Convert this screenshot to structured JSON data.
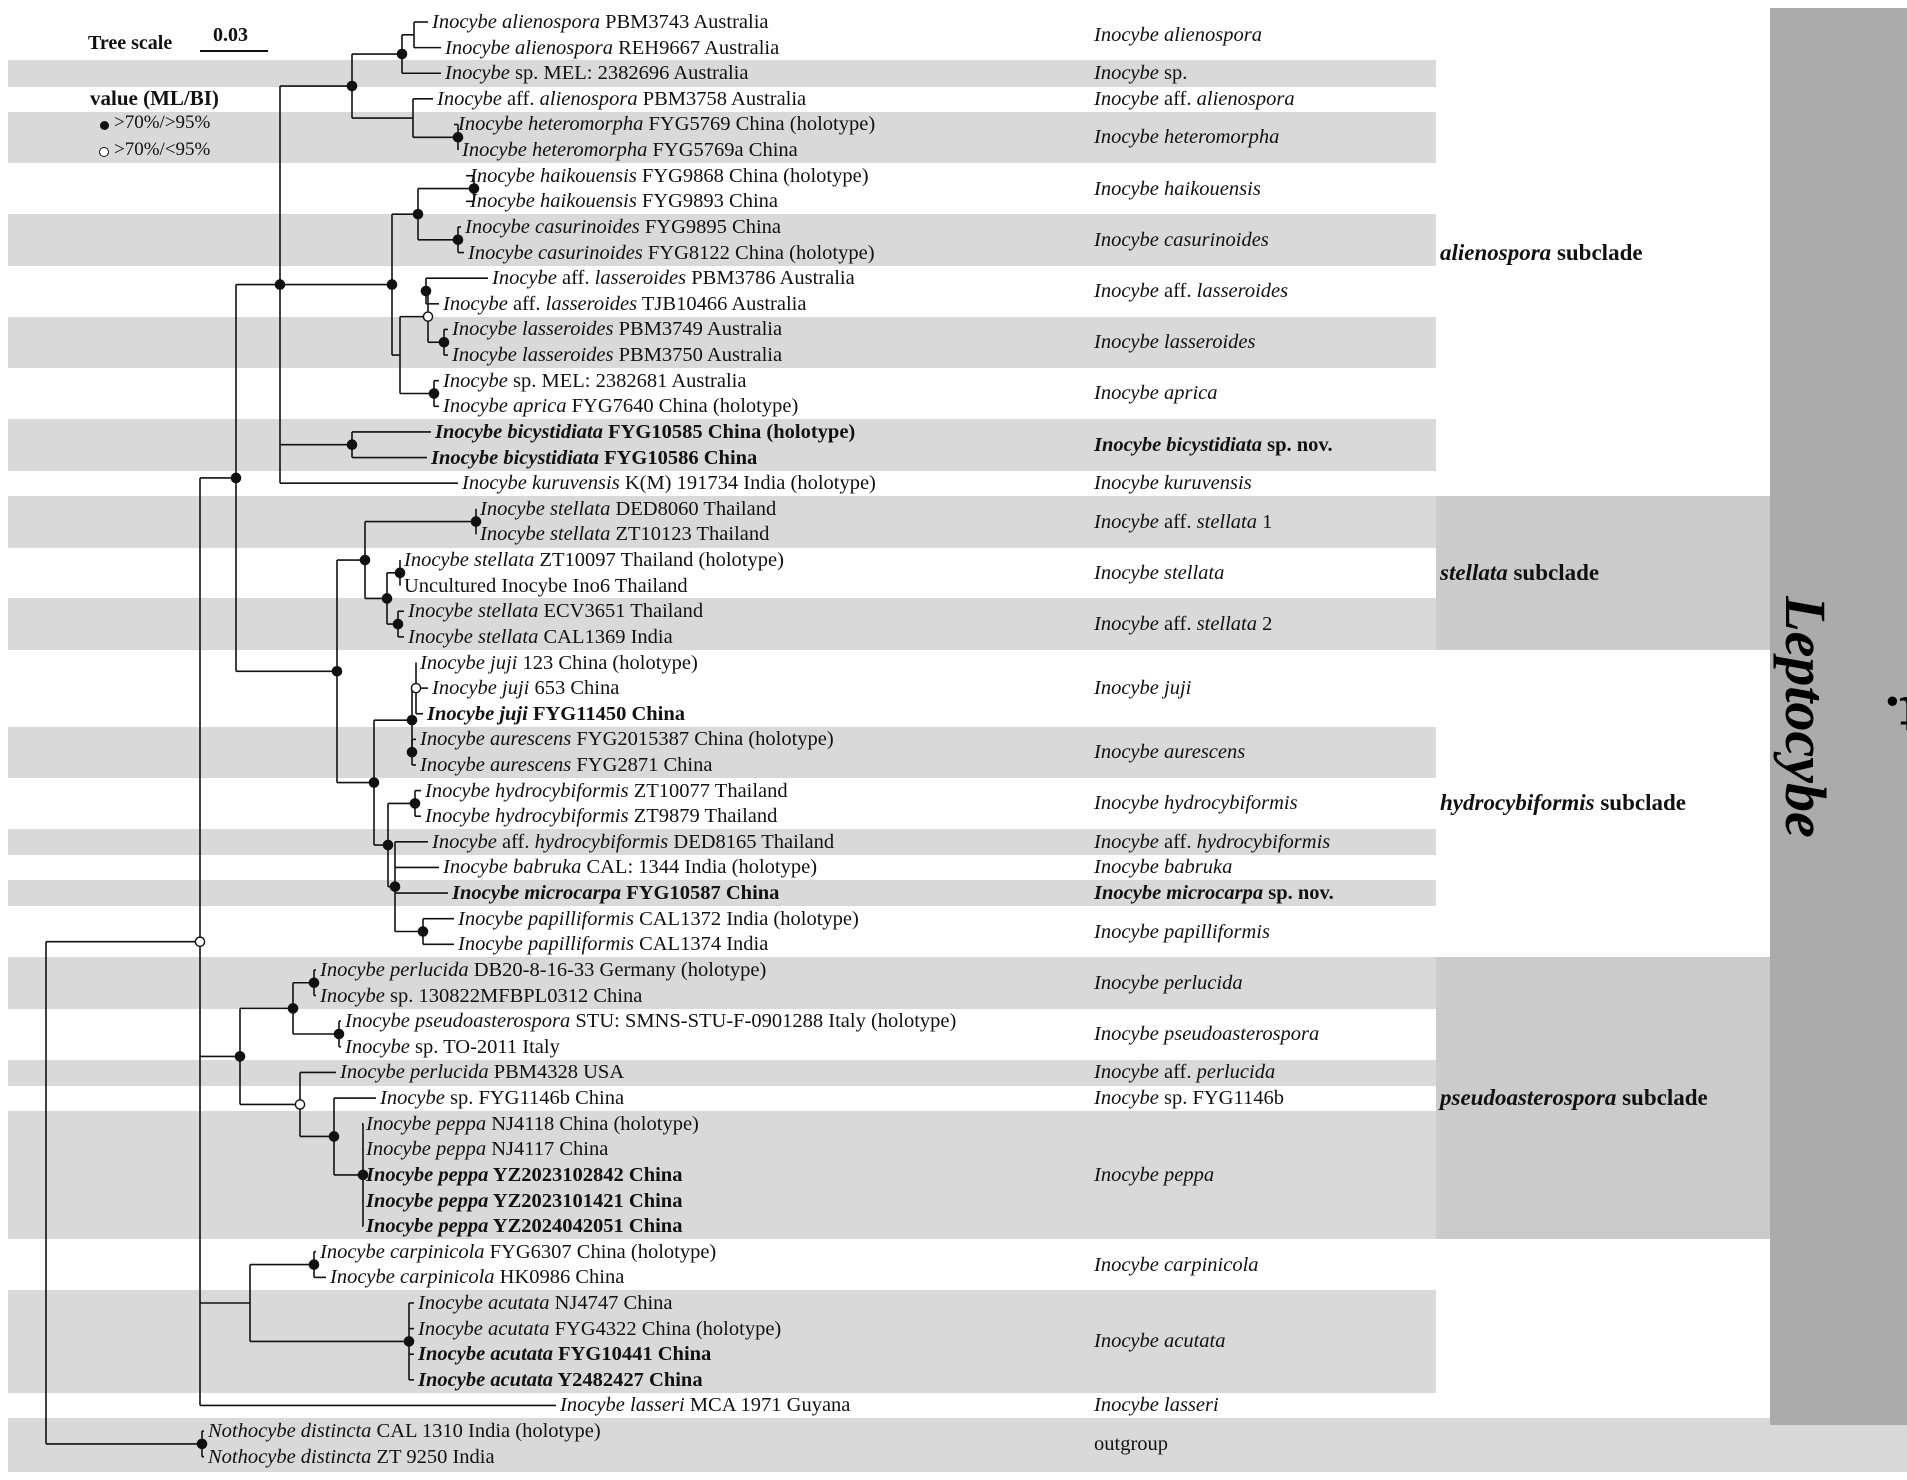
{
  "tree_scale": {
    "label": "Tree scale",
    "value": "0.03"
  },
  "legend": {
    "title": "value (ML/BI)",
    "filled": ">70%/>95%",
    "open": ">70%/<95%"
  },
  "section": {
    "prefix": "sect. ",
    "name": "Leptocybe"
  },
  "outgroup_label": "outgroup",
  "tips": [
    {
      "genus": "Inocybe",
      "epithet": "alienospora",
      "info": "PBM3743 Australia"
    },
    {
      "genus": "Inocybe",
      "epithet": "alienospora",
      "info": "REH9667 Australia"
    },
    {
      "genus": "Inocybe",
      "epithet": "",
      "info": "sp. MEL: 2382696 Australia"
    },
    {
      "genus": "Inocybe",
      "epithet": "",
      "info": "aff. alienospora PBM3758 Australia",
      "aff": "alienospora",
      "aff_rest": "PBM3758 Australia"
    },
    {
      "genus": "Inocybe",
      "epithet": "heteromorpha",
      "info": "FYG5769 China (holotype)"
    },
    {
      "genus": "Inocybe",
      "epithet": "heteromorpha",
      "info": "FYG5769a China"
    },
    {
      "genus": "Inocybe",
      "epithet": "haikouensis",
      "info": "FYG9868 China (holotype)"
    },
    {
      "genus": "Inocybe",
      "epithet": "haikouensis",
      "info": "FYG9893 China"
    },
    {
      "genus": "Inocybe",
      "epithet": "casurinoides",
      "info": "FYG9895 China"
    },
    {
      "genus": "Inocybe",
      "epithet": "casurinoides",
      "info": "FYG8122 China (holotype)"
    },
    {
      "genus": "Inocybe",
      "epithet": "",
      "info": "aff. lasseroides PBM3786 Australia",
      "aff": "lasseroides",
      "aff_rest": "PBM3786 Australia"
    },
    {
      "genus": "Inocybe",
      "epithet": "",
      "info": "aff. lasseroides TJB10466 Australia",
      "aff": "lasseroides",
      "aff_rest": "TJB10466 Australia"
    },
    {
      "genus": "Inocybe",
      "epithet": "lasseroides",
      "info": "PBM3749 Australia"
    },
    {
      "genus": "Inocybe",
      "epithet": "lasseroides",
      "info": "PBM3750 Australia"
    },
    {
      "genus": "Inocybe",
      "epithet": "",
      "info": "sp. MEL: 2382681 Australia"
    },
    {
      "genus": "Inocybe",
      "epithet": "aprica",
      "info": "FYG7640 China (holotype)"
    },
    {
      "genus": "Inocybe",
      "epithet": "bicystidiata",
      "info": "FYG10585 China (holotype)",
      "bold": true
    },
    {
      "genus": "Inocybe",
      "epithet": "bicystidiata",
      "info": "FYG10586 China",
      "bold": true
    },
    {
      "genus": "Inocybe",
      "epithet": "kuruvensis",
      "info": "K(M) 191734 India (holotype)"
    },
    {
      "genus": "Inocybe",
      "epithet": "stellata",
      "info": "DED8060 Thailand"
    },
    {
      "genus": "Inocybe",
      "epithet": "stellata",
      "info": "ZT10123 Thailand"
    },
    {
      "genus": "Inocybe",
      "epithet": "stellata",
      "info": "ZT10097 Thailand (holotype)"
    },
    {
      "genus": "",
      "epithet": "",
      "info": "Uncultured Inocybe Ino6 Thailand",
      "plain": true
    },
    {
      "genus": "Inocybe",
      "epithet": "stellata",
      "info": "ECV3651 Thailand"
    },
    {
      "genus": "Inocybe",
      "epithet": "stellata",
      "info": "CAL1369 India"
    },
    {
      "genus": "Inocybe",
      "epithet": "juji",
      "info": "123 China (holotype)"
    },
    {
      "genus": "Inocybe",
      "epithet": "juji",
      "info": "653 China"
    },
    {
      "genus": "Inocybe",
      "epithet": "juji",
      "info": "FYG11450 China",
      "bold": true
    },
    {
      "genus": "Inocybe",
      "epithet": "aurescens",
      "info": "FYG2015387 China (holotype)"
    },
    {
      "genus": "Inocybe",
      "epithet": "aurescens",
      "info": "FYG2871 China"
    },
    {
      "genus": "Inocybe",
      "epithet": "hydrocybiformis",
      "info": "ZT10077 Thailand"
    },
    {
      "genus": "Inocybe",
      "epithet": "hydrocybiformis",
      "info": "ZT9879 Thailand"
    },
    {
      "genus": "Inocybe",
      "epithet": "",
      "info": "aff. hydrocybiformis DED8165 Thailand",
      "aff": "hydrocybiformis",
      "aff_rest": "DED8165 Thailand"
    },
    {
      "genus": "Inocybe",
      "epithet": "babruka",
      "info": "CAL: 1344 India (holotype)"
    },
    {
      "genus": "Inocybe",
      "epithet": "microcarpa",
      "info": "FYG10587 China",
      "bold": true
    },
    {
      "genus": "Inocybe",
      "epithet": "papilliformis",
      "info": "CAL1372 India (holotype)"
    },
    {
      "genus": "Inocybe",
      "epithet": "papilliformis",
      "info": "CAL1374 India"
    },
    {
      "genus": "Inocybe",
      "epithet": "perlucida",
      "info": "DB20-8-16-33 Germany (holotype)"
    },
    {
      "genus": "Inocybe",
      "epithet": "",
      "info": "sp. 130822MFBPL0312 China"
    },
    {
      "genus": "Inocybe",
      "epithet": "pseudoasterospora",
      "info": "STU: SMNS-STU-F-0901288 Italy (holotype)"
    },
    {
      "genus": "Inocybe",
      "epithet": "",
      "info": "sp. TO-2011 Italy"
    },
    {
      "genus": "Inocybe",
      "epithet": "perlucida",
      "info": "PBM4328 USA"
    },
    {
      "genus": "Inocybe",
      "epithet": "",
      "info": "sp. FYG1146b China"
    },
    {
      "genus": "Inocybe",
      "epithet": "peppa",
      "info": "NJ4118 China (holotype)"
    },
    {
      "genus": "Inocybe",
      "epithet": "peppa",
      "info": "NJ4117 China"
    },
    {
      "genus": "Inocybe",
      "epithet": "peppa",
      "info": "YZ2023102842 China",
      "bold": true
    },
    {
      "genus": "Inocybe",
      "epithet": "peppa",
      "info": "YZ2023101421 China",
      "bold": true
    },
    {
      "genus": "Inocybe",
      "epithet": "peppa",
      "info": "YZ2024042051 China",
      "bold": true
    },
    {
      "genus": "Inocybe",
      "epithet": "carpinicola",
      "info": "FYG6307 China (holotype)"
    },
    {
      "genus": "Inocybe",
      "epithet": "carpinicola",
      "info": "HK0986 China"
    },
    {
      "genus": "Inocybe",
      "epithet": "acutata",
      "info": "NJ4747 China"
    },
    {
      "genus": "Inocybe",
      "epithet": "acutata",
      "info": "FYG4322 China (holotype)"
    },
    {
      "genus": "Inocybe",
      "epithet": "acutata",
      "info": "FYG10441 China",
      "bold": true
    },
    {
      "genus": "Inocybe",
      "epithet": "acutata",
      "info": "Y2482427 China",
      "bold": true
    },
    {
      "genus": "Inocybe",
      "epithet": "lasseri",
      "info": "MCA 1971 Guyana"
    },
    {
      "genus": "Nothocybe",
      "epithet": "distincta",
      "info": "CAL 1310 India (holotype)"
    },
    {
      "genus": "Nothocybe",
      "epithet": "distincta",
      "info": "ZT 9250 India"
    }
  ],
  "species": [
    {
      "rows": [
        0,
        1
      ],
      "parts": [
        [
          "Inocybe alienospora",
          "i"
        ]
      ]
    },
    {
      "rows": [
        2,
        2
      ],
      "parts": [
        [
          "Inocybe",
          "i"
        ],
        [
          " sp.",
          "r"
        ]
      ]
    },
    {
      "rows": [
        3,
        3
      ],
      "parts": [
        [
          "Inocybe",
          "i"
        ],
        [
          " aff. ",
          "r"
        ],
        [
          "alienospora",
          "i"
        ]
      ]
    },
    {
      "rows": [
        4,
        5
      ],
      "parts": [
        [
          "Inocybe heteromorpha",
          "i"
        ]
      ]
    },
    {
      "rows": [
        6,
        7
      ],
      "parts": [
        [
          "Inocybe haikouensis",
          "i"
        ]
      ]
    },
    {
      "rows": [
        8,
        9
      ],
      "parts": [
        [
          "Inocybe casurinoides",
          "i"
        ]
      ]
    },
    {
      "rows": [
        10,
        11
      ],
      "parts": [
        [
          "Inocybe",
          "i"
        ],
        [
          " aff. ",
          "r"
        ],
        [
          "lasseroides",
          "i"
        ]
      ]
    },
    {
      "rows": [
        12,
        13
      ],
      "parts": [
        [
          "Inocybe lasseroides",
          "i"
        ]
      ]
    },
    {
      "rows": [
        14,
        15
      ],
      "parts": [
        [
          "Inocybe aprica",
          "i"
        ]
      ]
    },
    {
      "rows": [
        16,
        17
      ],
      "bold": true,
      "parts": [
        [
          "Inocybe bicystidiata",
          "i"
        ],
        [
          " sp. nov.",
          "r"
        ]
      ]
    },
    {
      "rows": [
        18,
        18
      ],
      "parts": [
        [
          "Inocybe kuruvensis",
          "i"
        ]
      ]
    },
    {
      "rows": [
        19,
        20
      ],
      "parts": [
        [
          "Inocybe",
          "i"
        ],
        [
          " aff. ",
          "r"
        ],
        [
          "stellata",
          "i"
        ],
        [
          " 1",
          "r"
        ]
      ]
    },
    {
      "rows": [
        21,
        22
      ],
      "parts": [
        [
          "Inocybe stellata",
          "i"
        ]
      ]
    },
    {
      "rows": [
        23,
        24
      ],
      "parts": [
        [
          "Inocybe",
          "i"
        ],
        [
          " aff. ",
          "r"
        ],
        [
          "stellata",
          "i"
        ],
        [
          " 2",
          "r"
        ]
      ]
    },
    {
      "rows": [
        25,
        27
      ],
      "parts": [
        [
          "Inocybe juji",
          "i"
        ]
      ]
    },
    {
      "rows": [
        28,
        29
      ],
      "parts": [
        [
          "Inocybe aurescens",
          "i"
        ]
      ]
    },
    {
      "rows": [
        30,
        31
      ],
      "parts": [
        [
          "Inocybe hydrocybiformis",
          "i"
        ]
      ]
    },
    {
      "rows": [
        32,
        32
      ],
      "parts": [
        [
          "Inocybe",
          "i"
        ],
        [
          " aff. ",
          "r"
        ],
        [
          "hydrocybiformis",
          "i"
        ]
      ]
    },
    {
      "rows": [
        33,
        33
      ],
      "parts": [
        [
          "Inocybe babruka",
          "i"
        ]
      ]
    },
    {
      "rows": [
        34,
        34
      ],
      "bold": true,
      "parts": [
        [
          "Inocybe microcarpa",
          "i"
        ],
        [
          " sp. nov.",
          "r"
        ]
      ]
    },
    {
      "rows": [
        35,
        36
      ],
      "parts": [
        [
          "Inocybe papilliformis",
          "i"
        ]
      ]
    },
    {
      "rows": [
        37,
        38
      ],
      "parts": [
        [
          "Inocybe perlucida",
          "i"
        ]
      ]
    },
    {
      "rows": [
        39,
        40
      ],
      "parts": [
        [
          "Inocybe pseudoasterospora",
          "i"
        ]
      ]
    },
    {
      "rows": [
        41,
        41
      ],
      "parts": [
        [
          "Inocybe",
          "i"
        ],
        [
          " aff. ",
          "r"
        ],
        [
          "perlucida",
          "i"
        ]
      ]
    },
    {
      "rows": [
        42,
        42
      ],
      "parts": [
        [
          "Inocybe",
          "i"
        ],
        [
          " sp. FYG1146b",
          "r"
        ]
      ]
    },
    {
      "rows": [
        43,
        47
      ],
      "parts": [
        [
          "Inocybe peppa",
          "i"
        ]
      ]
    },
    {
      "rows": [
        48,
        49
      ],
      "parts": [
        [
          "Inocybe carpinicola",
          "i"
        ]
      ]
    },
    {
      "rows": [
        50,
        53
      ],
      "parts": [
        [
          "Inocybe acutata",
          "i"
        ]
      ]
    },
    {
      "rows": [
        54,
        54
      ],
      "parts": [
        [
          "Inocybe lasseri",
          "i"
        ]
      ]
    },
    {
      "rows": [
        55,
        56
      ],
      "parts": [
        [
          "outgroup",
          "r"
        ]
      ]
    }
  ],
  "subclades": [
    {
      "rows": [
        0,
        18
      ],
      "italic": "alienospora",
      "rest": " subclade"
    },
    {
      "rows": [
        19,
        24
      ],
      "italic": "stellata",
      "rest": " subclade"
    },
    {
      "rows": [
        25,
        36
      ],
      "italic": "hydrocybiformis",
      "rest": " subclade"
    },
    {
      "rows": [
        37,
        47
      ],
      "italic": "pseudoasterospora",
      "rest": " subclade"
    }
  ],
  "colors": {
    "band_light": "#d9d9d9",
    "band_mid": "#cbcbcb",
    "band_dark": "#ababab",
    "line": "#111111"
  }
}
